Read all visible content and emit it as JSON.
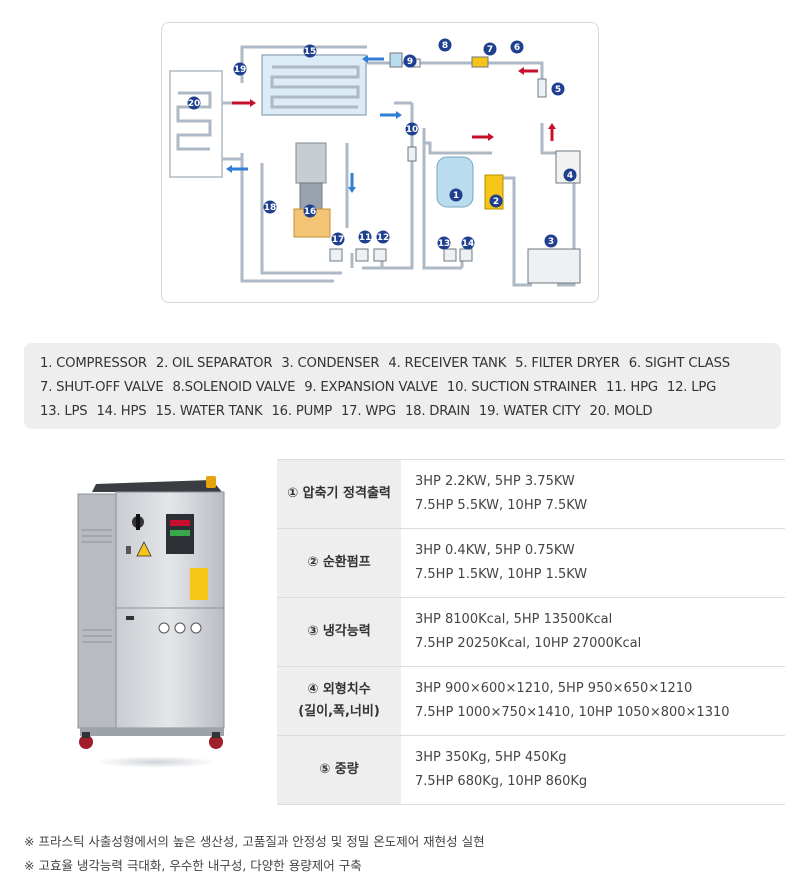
{
  "diagram": {
    "labels": [
      "1",
      "2",
      "3",
      "4",
      "5",
      "6",
      "7",
      "8",
      "9",
      "10",
      "11",
      "12",
      "13",
      "14",
      "15",
      "16",
      "17",
      "18",
      "19",
      "20"
    ]
  },
  "legend": {
    "lines": [
      [
        "1. COMPRESSOR",
        "2. OIL SEPARATOR",
        "3. CONDENSER",
        "4. RECEIVER TANK",
        "5. FILTER DRYER",
        "6. SIGHT CLASS"
      ],
      [
        "7. SHUT-OFF VALVE",
        "8.SOLENOID VALVE",
        "9. EXPANSION VALVE",
        "10. SUCTION STRAINER",
        "11. HPG",
        "12. LPG"
      ],
      [
        "13. LPS",
        "14. HPS",
        "15. WATER TANK",
        "16. PUMP",
        "17.  WPG",
        "18. DRAIN",
        "19. WATER CITY",
        "20. MOLD"
      ]
    ]
  },
  "specs": [
    {
      "key": "① 압축기 정격출력",
      "key2": "",
      "line1": "3HP 2.2KW, 5HP 3.75KW",
      "line2": "7.5HP 5.5KW, 10HP 7.5KW"
    },
    {
      "key": "② 순환펌프",
      "key2": "",
      "line1": "3HP 0.4KW, 5HP 0.75KW",
      "line2": "7.5HP 1.5KW, 10HP 1.5KW"
    },
    {
      "key": "③ 냉각능력",
      "key2": "",
      "line1": "3HP 8100Kcal, 5HP 13500Kcal",
      "line2": "7.5HP 20250Kcal, 10HP 27000Kcal"
    },
    {
      "key": "④ 외형치수",
      "key2": "(길이,폭,너비)",
      "line1": "3HP 900×600×1210, 5HP 950×650×1210",
      "line2": "7.5HP 1000×750×1410, 10HP 1050×800×1310"
    },
    {
      "key": "⑤ 중량",
      "key2": "",
      "line1": "3HP 350Kg, 5HP 450Kg",
      "line2": "7.5HP 680Kg, 10HP 860Kg"
    }
  ],
  "notes": [
    "※ 프라스틱 사출성형에서의 높은 생산성, 고품질과 안정성 및 정밀 온도제어 재현성 실현",
    "※ 고효율 냉각능력 극대화, 우수한 내구성, 다양한 용량제어 구축"
  ],
  "colors": {
    "pipe": "#bfc9d4",
    "badge": "#1f3f8f",
    "hot": "#c8102e",
    "cold": "#2f7fd6",
    "tank": "#b9dcef",
    "oil": "#f5c518"
  }
}
